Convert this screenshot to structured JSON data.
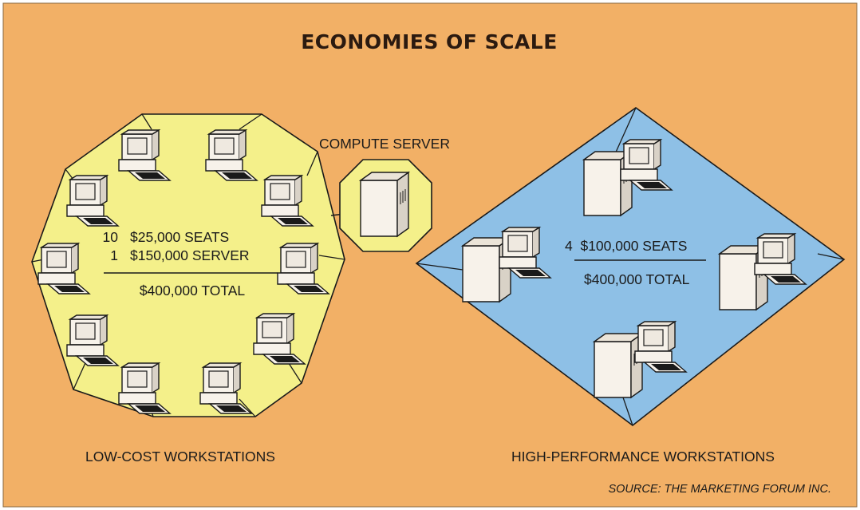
{
  "title": "ECONOMIES OF SCALE",
  "compute_server_label": "COMPUTE SERVER",
  "low_cost": {
    "line1_count": "10",
    "line1_text": "$25,000 SEATS",
    "line2_count": "1",
    "line2_text": "$150,000 SERVER",
    "total": "$400,000 TOTAL",
    "caption": "LOW-COST WORKSTATIONS"
  },
  "high_perf": {
    "line1": "4  $100,000 SEATS",
    "total": "$400,000 TOTAL",
    "caption": "HIGH-PERFORMANCE WORKSTATIONS"
  },
  "source": "SOURCE: THE MARKETING FORUM INC.",
  "colors": {
    "background": "#f2b066",
    "octagon_fill": "#f4f08a",
    "diamond_fill": "#8ec0e6",
    "terminal_fill": "#f7f2ea",
    "outline": "#1a1a1a"
  }
}
